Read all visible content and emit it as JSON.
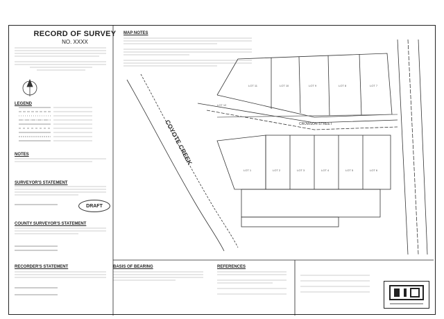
{
  "title": "RECORD OF SURVEY",
  "number": "NO. XXXX",
  "draft": "DRAFT",
  "headings": {
    "map_notes": "MAP NOTES",
    "legend": "LEGEND",
    "notes": "NOTES",
    "surveyor": "SURVEYOR'S STATEMENT",
    "county_surveyor": "COUNTY SURVEYOR'S STATEMENT",
    "recorder": "RECORDER'S STATEMENT",
    "basis": "BASIS OF BEARING",
    "references": "REFERENCES"
  },
  "map": {
    "creek_label": "COYOTE CREEK",
    "street_label": "CROWSON STREET",
    "lots_north": [
      "LOT 11",
      "LOT 10",
      "LOT 9",
      "LOT 8",
      "LOT 7"
    ],
    "lots_south": [
      "LOT 1",
      "LOT 2",
      "LOT 3",
      "LOT 4",
      "LOT 5",
      "LOT 6"
    ],
    "lot_top_left": "LOT 12"
  },
  "colors": {
    "ink": "#222222",
    "line": "#444444",
    "light": "#9a9a9a"
  }
}
